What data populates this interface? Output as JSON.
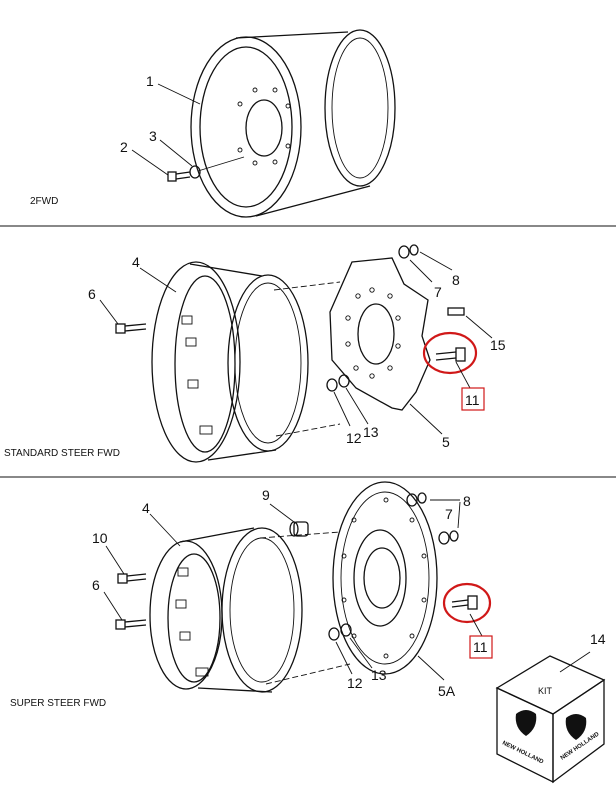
{
  "sections": [
    {
      "caption": "2FWD"
    },
    {
      "caption": "STANDARD STEER FWD"
    },
    {
      "caption": "SUPER STEER FWD"
    }
  ],
  "callouts": {
    "top": [
      "1",
      "2",
      "3"
    ],
    "middle": [
      "4",
      "6",
      "7",
      "8",
      "15",
      "11",
      "12",
      "13",
      "5"
    ],
    "bottom": [
      "9",
      "4",
      "10",
      "6",
      "7",
      "8",
      "11",
      "12",
      "13",
      "5A",
      "14"
    ]
  },
  "kit": {
    "label": "KIT",
    "brand": "NEW HOLLAND"
  },
  "colors": {
    "highlight": "#d01818",
    "ink": "#111111"
  }
}
